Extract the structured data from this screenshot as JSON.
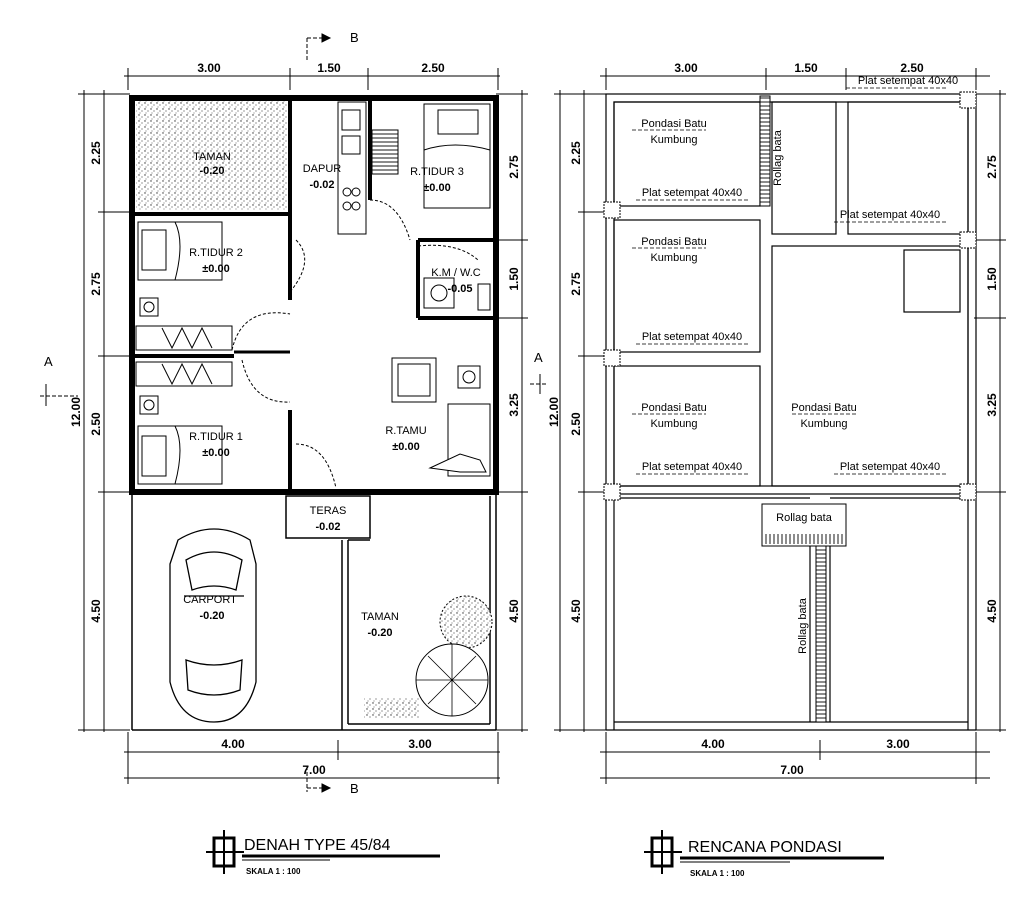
{
  "plans": {
    "floor": {
      "title": "DENAH TYPE 45/84",
      "scale": "SKALA 1 : 100",
      "top_dims": [
        "3.00",
        "1.50",
        "2.50"
      ],
      "bottom_dims": [
        "4.00",
        "3.00"
      ],
      "bottom_total": "7.00",
      "left_dims": [
        "2.25",
        "2.75",
        "2.50",
        "4.50"
      ],
      "left_total": "12.00",
      "right_dims": [
        "2.75",
        "1.50",
        "3.25",
        "4.50"
      ],
      "section_b": "B",
      "section_a": "A",
      "rooms": {
        "taman_top": {
          "name": "TAMAN",
          "level": "-0.20"
        },
        "dapur": {
          "name": "DAPUR",
          "level": "-0.02"
        },
        "tidur3": {
          "name": "R.TIDUR 3",
          "level": "±0.00"
        },
        "tidur2": {
          "name": "R.TIDUR 2",
          "level": "±0.00"
        },
        "kmwc": {
          "name": "K.M / W.C",
          "level": "-0.05"
        },
        "tidur1": {
          "name": "R.TIDUR 1",
          "level": "±0.00"
        },
        "tamu": {
          "name": "R.TAMU",
          "level": "±0.00"
        },
        "teras": {
          "name": "TERAS",
          "level": "-0.02"
        },
        "carport": {
          "name": "CARPORT",
          "level": "-0.20"
        },
        "taman": {
          "name": "TAMAN",
          "level": "-0.20"
        }
      }
    },
    "foundation": {
      "title": "RENCANA PONDASI",
      "scale": "SKALA 1 : 100",
      "top_dims": [
        "3.00",
        "1.50",
        "2.50"
      ],
      "bottom_dims": [
        "4.00",
        "3.00"
      ],
      "bottom_total": "7.00",
      "left_dims": [
        "2.25",
        "2.75",
        "2.50",
        "4.50"
      ],
      "left_total": "12.00",
      "right_dims": [
        "2.75",
        "1.50",
        "3.25",
        "4.50"
      ],
      "section_a": "A",
      "labels": {
        "plat": "Plat setempat 40x40",
        "pondasi_line1": "Pondasi Batu",
        "pondasi_line2": "Kumbung",
        "rollag": "Rollag bata"
      }
    }
  }
}
